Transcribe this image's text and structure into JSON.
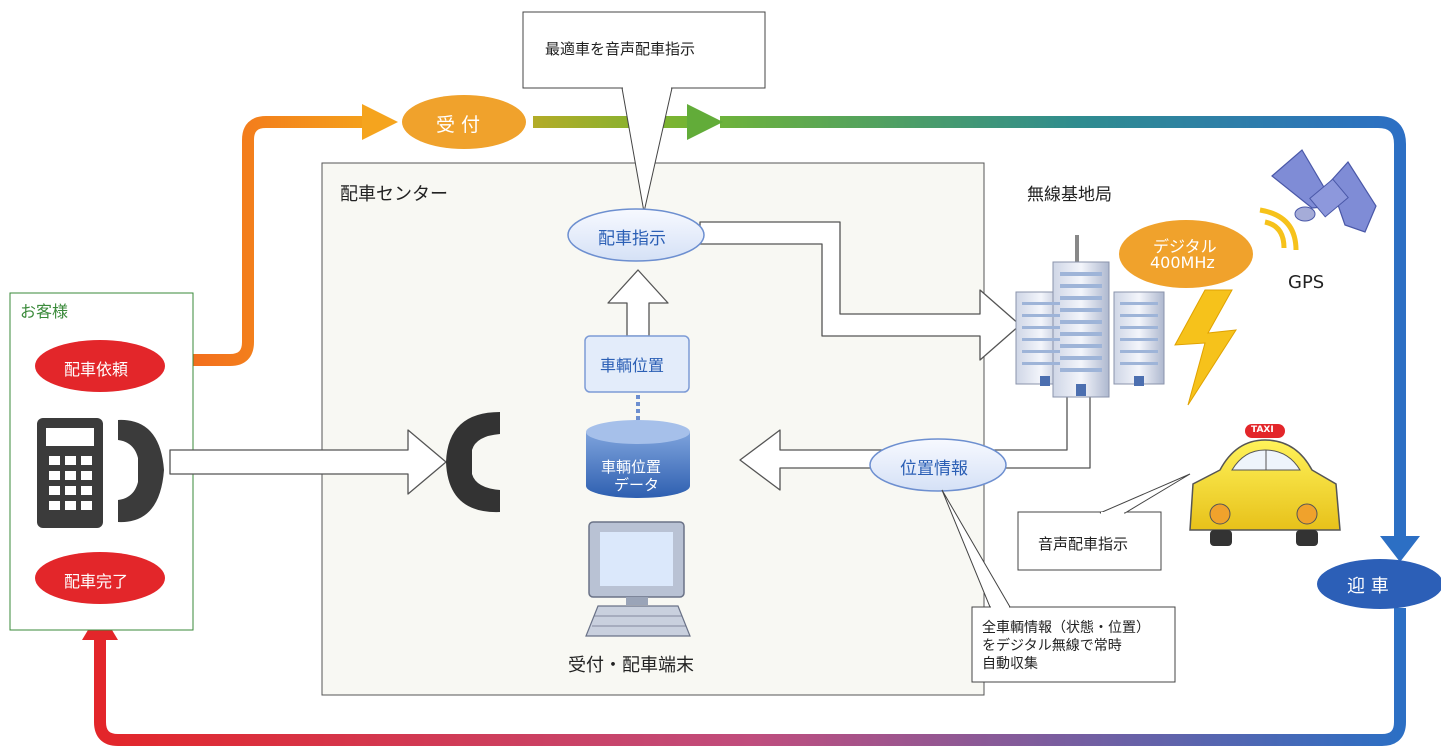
{
  "title_callout": "最適車を音声配車指示",
  "uketsuke": "受 付",
  "center": {
    "title": "配車センター"
  },
  "dispatch_instruction": "配車指示",
  "vehicle_position": "車輌位置",
  "db": {
    "line1": "車輌位置",
    "line2": "データ"
  },
  "terminal_label": "受付・配車端末",
  "position_info": "位置情報",
  "customer": {
    "title": "お客様",
    "request": "配車依頼",
    "complete": "配車完了"
  },
  "base_station": "無線基地局",
  "radio": {
    "line1": "デジタル",
    "line2": "400MHz"
  },
  "gps": "GPS",
  "taxi_sign": "TAXI",
  "voice_instruction": "音声配車指示",
  "pickup": "迎  車",
  "collect_note": {
    "line1": "全車輌情報（状態・位置）",
    "line2": "をデジタル無線で常時",
    "line3": "自動収集"
  },
  "colors": {
    "orange": "#f07a20",
    "green": "#6db33f",
    "blue": "#2c6fc4",
    "red": "#e3262a",
    "ellipse_fill": "#e3ecfa",
    "ellipse_text": "#2b5fb5",
    "panel": "#f8f8f3"
  },
  "icons": [
    "phone-handset-icon",
    "keypad-icon",
    "database-icon",
    "computer-terminal-icon",
    "building-icon",
    "satellite-icon",
    "taxi-icon",
    "lightning-icon"
  ]
}
